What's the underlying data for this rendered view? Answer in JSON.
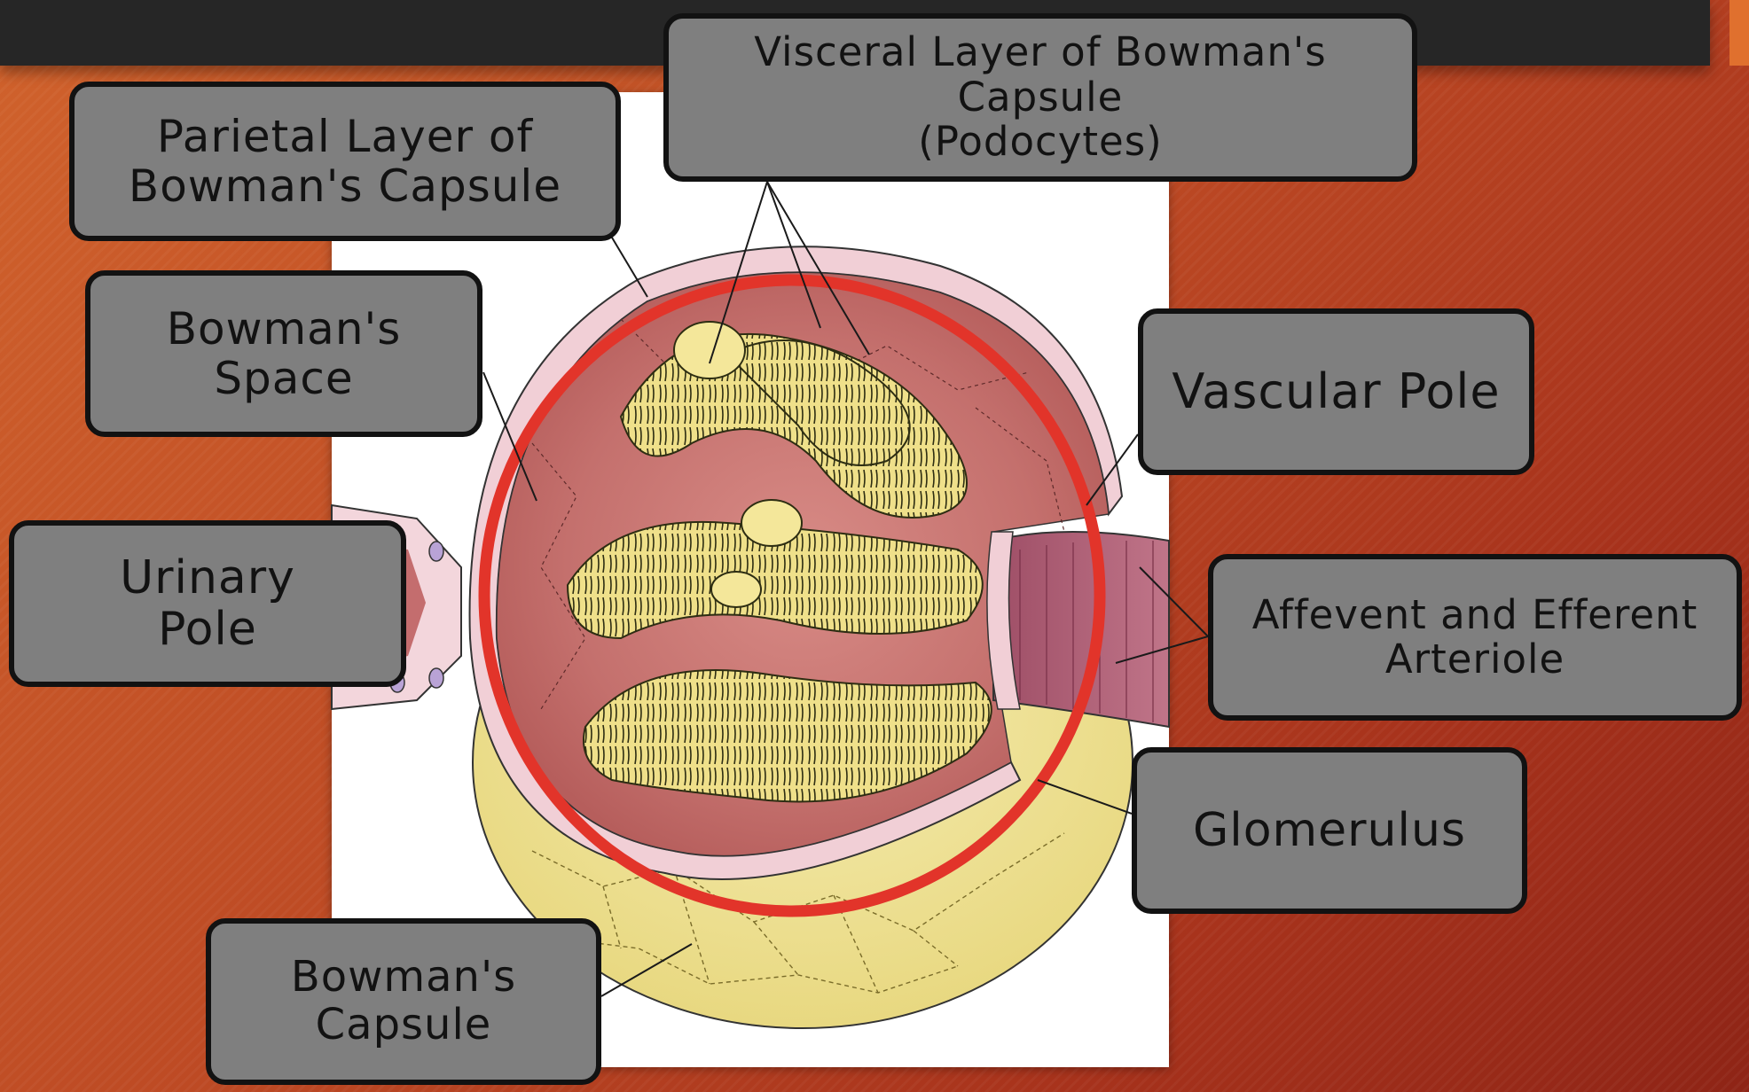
{
  "labels": {
    "parietal": "Parietal Layer of\nBowman's Capsule",
    "visceral": "Visceral Layer of Bowman's Capsule\n(Podocytes)",
    "bowmans_space": "Bowman's\nSpace",
    "vascular_pole": "Vascular Pole",
    "urinary_pole": "Urinary\nPole",
    "arterioles": "Affevent and Efferent\nArteriole",
    "glomerulus": "Glomerulus",
    "bowmans_capsule": "Bowman's\nCapsule"
  },
  "colors": {
    "background": "#bd4a24",
    "top_bar": "#262626",
    "label_fill": "#7f7f7f",
    "label_border": "#121212",
    "highlight_circle": "#e2342a",
    "capillary_tuft": "#f2e497",
    "capsule_inner": "#c97a76"
  }
}
